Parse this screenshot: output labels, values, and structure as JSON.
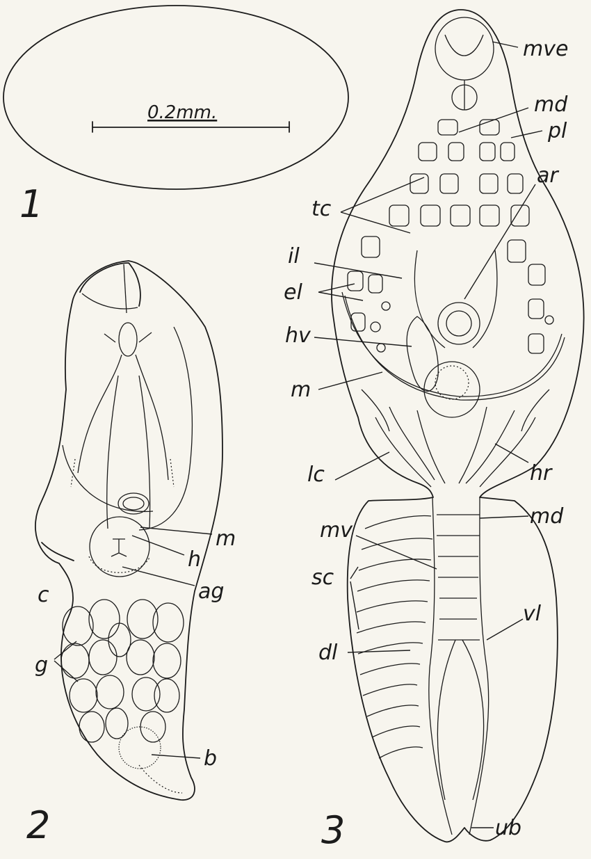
{
  "figures": {
    "fig1": {
      "number": "1",
      "scale_text": "0.2mm."
    },
    "fig2": {
      "number": "2",
      "labels": {
        "c": "c",
        "m": "m",
        "h": "h",
        "ag": "ag",
        "g": "g",
        "b": "b"
      }
    },
    "fig3": {
      "number": "3",
      "labels": {
        "mve": "mve",
        "md_top": "md",
        "pl": "pl",
        "ar": "ar",
        "tc": "tc",
        "il": "il",
        "el": "el",
        "hv": "hv",
        "m": "m",
        "lc": "lc",
        "hr": "hr",
        "md_mid": "md",
        "mv": "mv",
        "sc": "sc",
        "vl": "vl",
        "dl": "dl",
        "ub": "ub"
      }
    }
  },
  "colors": {
    "ink": "#1b1b1b",
    "paper": "#f7f5ee"
  }
}
